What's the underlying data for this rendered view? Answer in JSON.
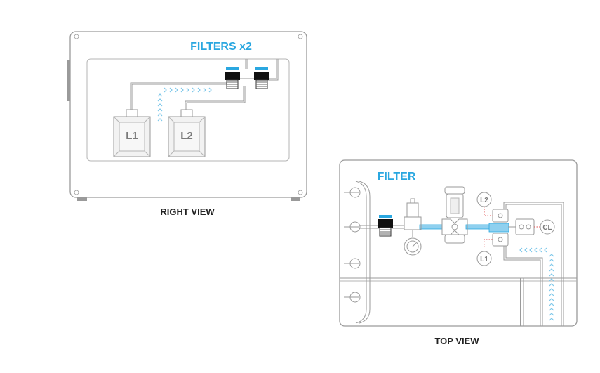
{
  "right_view": {
    "title": "FILTERS x2",
    "caption": "RIGHT VIEW",
    "tank_left_label": "L1",
    "tank_right_label": "L2"
  },
  "top_view": {
    "title": "FILTER",
    "caption": "TOP VIEW",
    "node_l2": "L2",
    "node_l1": "L1",
    "node_cl": "CL"
  },
  "colors": {
    "accent_blue": "#2aa7e0",
    "light_blue": "#7fc8ea",
    "outline_gray": "#9a9a9a",
    "dashed_red": "#e05050"
  }
}
